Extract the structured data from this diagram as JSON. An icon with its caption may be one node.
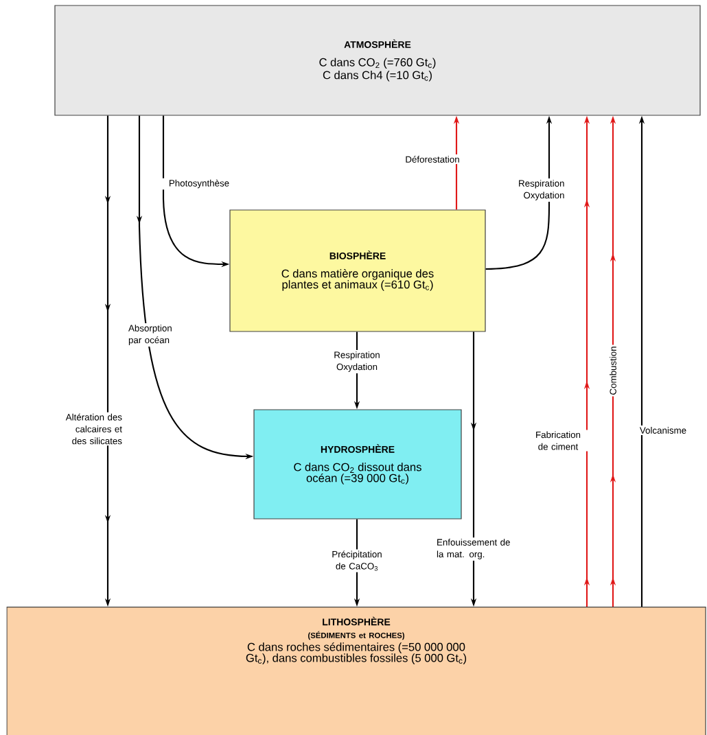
{
  "diagram": {
    "nodes": [
      {
        "text": [
          "ATMOSPHÈRE",
          "C dans CO$_{2}$ (=760 Gt$_{c}$)",
          "C dans Ch4 (=10 Gt$_{c}$)"
        ]
      },
      {
        "text": [
          "BIOSPHÈRE",
          "C dans matière organique des plantes et animaux (=610 Gt$_{c}$)"
        ]
      },
      {
        "text": [
          "HYDROSPHÈRE",
          "C dans CO$_{2}$ dissout dans océan (=39 000 Gt$_{c}$)"
        ]
      },
      {
        "text": [
          "LITHOSPHÈRE",
          "(SÉDIMENTS et ROCHES)",
          "C dans roches sédimentaires (=50 000 000 Gt$_{c}$), dans combustibles fossiles (5 000 Gt$_{c}$)"
        ]
      }
    ],
    "edges": [
      {
        "from": 0,
        "to": 3,
        "arrow": "to",
        "label": "Altération des calcaires et des silicates"
      },
      {
        "from": 0,
        "to": 2,
        "arrow": "to",
        "label": "Absorption par océan"
      },
      {
        "from": 0,
        "to": 1,
        "arrow": "to",
        "label": "Photosynthèse"
      },
      {
        "from": 1,
        "to": 0,
        "arrow": "to",
        "label": "Déforestation",
        "color": "#e01818"
      },
      {
        "from": 1,
        "to": 0,
        "arrow": "to",
        "label": "Respiration Oxydation"
      },
      {
        "from": 1,
        "to": 2,
        "arrow": "to",
        "label": "Respiration Oxydation"
      },
      {
        "from": 1,
        "to": 3,
        "arrow": "to",
        "label": "Enfouissement de la mat. org."
      },
      {
        "from": 2,
        "to": 3,
        "arrow": "to",
        "label": "Précipitation de CaCO$_{3}$"
      },
      {
        "from": 3,
        "to": 0,
        "arrow": "to",
        "label": "Fabrication de ciment",
        "color": "#e01818"
      },
      {
        "from": 3,
        "to": 0,
        "arrow": "to",
        "label": "Combustion",
        "color": "#e01818"
      },
      {
        "from": 3,
        "to": 0,
        "arrow": "to",
        "label": "Volcanisme"
      }
    ]
  }
}
